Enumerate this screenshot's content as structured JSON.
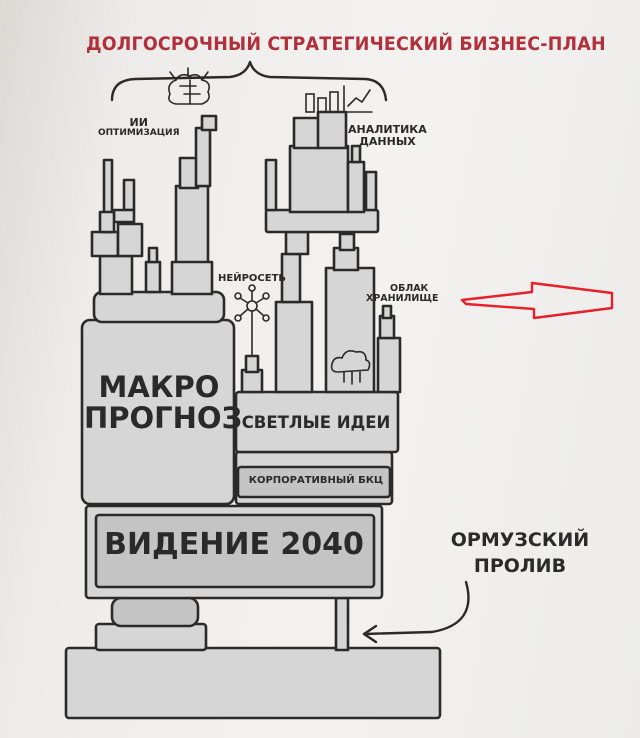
{
  "title": "ДОЛГОСРОЧНЫЙ СТРАТЕГИЧЕСКИЙ БИЗНЕС-ПЛАН",
  "labels": {
    "ai_line1": "ИИ",
    "ai_line2": "ОПТИМИЗАЦИЯ",
    "analytics_line1": "АНАЛИТИКА",
    "analytics_line2": "ДАННЫХ",
    "neural": "НЕЙРОСЕТЬ",
    "cloud_line1": "ОБЛАК",
    "cloud_line2": "ХРАНИЛИЩЕ",
    "macro_line1": "МАКРО",
    "macro_line2": "ПРОГНОЗ",
    "ideas": "СВЕТЛЫЕ ИДЕИ",
    "bkc": "КОРПОРАТИВНЫЙ БКЦ",
    "vision": "ВИДЕНИЕ 2040",
    "hormuz_line1": "ОРМУЗСКИЙ",
    "hormuz_line2": "ПРОЛИВ"
  },
  "colors": {
    "ink": "#2a2a2a",
    "block_fill": "#d6d6d6",
    "block_fill_dark": "#c2c2c2",
    "title_red": "#b2303a",
    "arrow_red": "#e8202a"
  },
  "icons": [
    "brain-circuit-icon",
    "bar-chart-icon",
    "neural-network-icon",
    "cloud-download-icon",
    "red-arrow-icon",
    "curved-arrow-icon"
  ]
}
